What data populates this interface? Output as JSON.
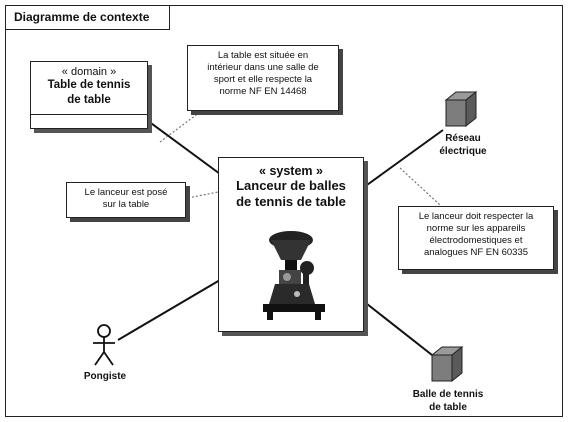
{
  "diagram": {
    "frame_title": "Diagramme de contexte",
    "domain_block": {
      "stereotype": "« domain »",
      "name_line1": "Table de tennis",
      "name_line2": "de table"
    },
    "system_block": {
      "stereotype": "« system »",
      "name_line1": "Lanceur de balles",
      "name_line2": "de tennis de table"
    },
    "notes": {
      "table_location": [
        "La table est située en",
        "intérieur dans une salle de",
        "sport et elle respecte la",
        "norme NF EN 14468"
      ],
      "launcher_on_table": [
        "Le lanceur est posé",
        "sur la table"
      ],
      "launcher_norm": [
        "Le lanceur doit respecter la",
        "norme sur les appareils",
        "électrodomestiques et",
        "analogues NF EN 60335"
      ]
    },
    "actors": {
      "player": "Pongiste",
      "network": [
        "Réseau",
        "électrique"
      ],
      "ball": [
        "Balle de tennis",
        "de table"
      ]
    }
  }
}
